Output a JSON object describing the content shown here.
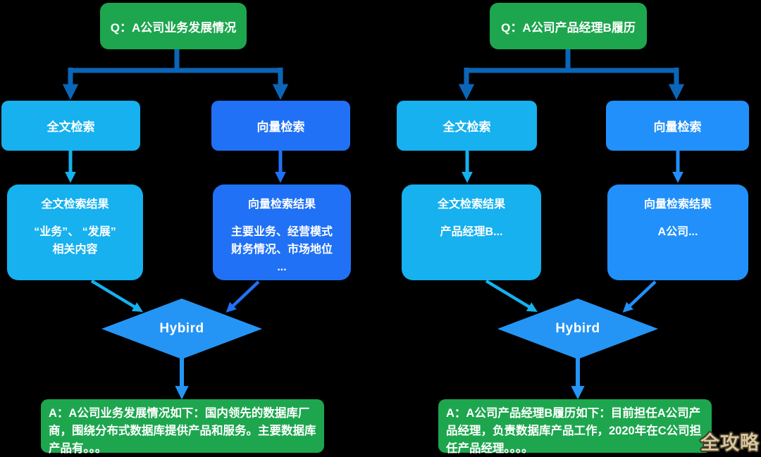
{
  "diagrams": [
    {
      "question": "Q：A公司业务发展情况",
      "fulltext": {
        "label": "全文检索",
        "result_title": "全文检索结果",
        "result_body": "“业务”、 “发展”\n相关内容"
      },
      "vector": {
        "label": "向量检索",
        "result_title": "向量检索结果",
        "result_body": "主要业务、经营模式\n财务情况、市场地位\n..."
      },
      "merge_label": "Hybird",
      "answer": "A：A公司业务发展情况如下：国内领先的数据库厂商，围绕分布式数据库提供产品和服务。主要数据库产品有。。。"
    },
    {
      "question": "Q：A公司产品经理B履历",
      "fulltext": {
        "label": "全文检索",
        "result_title": "全文检索结果",
        "result_body": "产品经理B..."
      },
      "vector": {
        "label": "向量检索",
        "result_title": "向量检索结果",
        "result_body": "A公司..."
      },
      "merge_label": "Hybird",
      "answer": "A：A公司产品经理B履历如下：目前担任A公司产品经理，负责数据库产品工作，2020年在C公司担任产品经理。。。。"
    }
  ],
  "watermark": "全攻略",
  "colors": {
    "background": "#000000",
    "question_green": "#1DA64E",
    "fulltext_cyan": "#16B1EE",
    "vector_blue_left": "#2071F5",
    "vector_blue_right": "#2190FA",
    "hybrid_blue": "#2595F5",
    "connector_dark_blue": "#0B66B8",
    "watermark_fill": "#D9C49E",
    "watermark_outline": "#3F3A24"
  }
}
